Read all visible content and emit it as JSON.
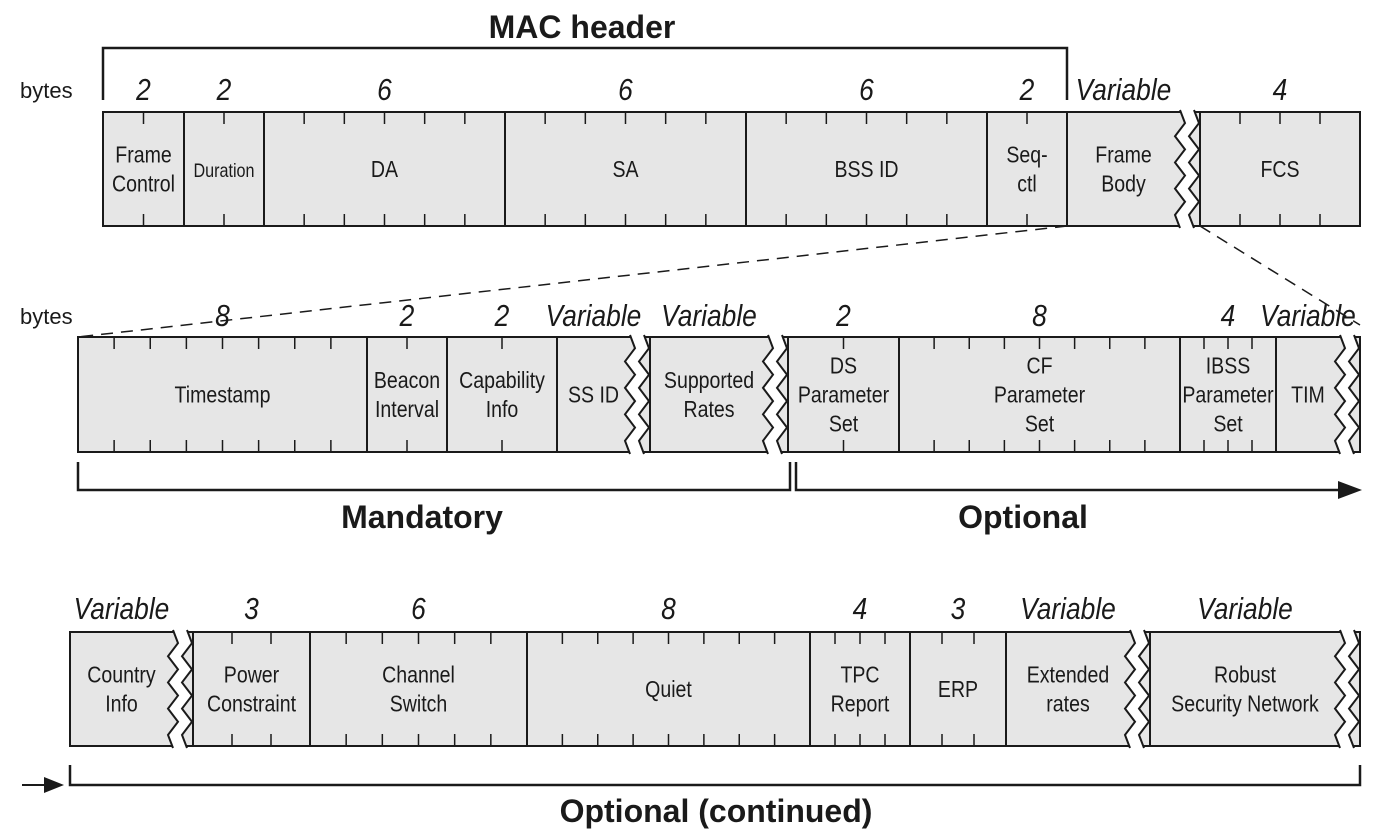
{
  "diagram": {
    "title": "MAC header",
    "bytes_label": "bytes",
    "rows": [
      {
        "fields": [
          {
            "label": [
              "Frame",
              "Control"
            ],
            "bytes": "2"
          },
          {
            "label": [
              "Duration"
            ],
            "bytes": "2",
            "small": true
          },
          {
            "label": [
              "DA"
            ],
            "bytes": "6"
          },
          {
            "label": [
              "SA"
            ],
            "bytes": "6"
          },
          {
            "label": [
              "BSS ID"
            ],
            "bytes": "6"
          },
          {
            "label": [
              "Seq-",
              "ctl"
            ],
            "bytes": "2"
          },
          {
            "label": [
              "Frame",
              "Body"
            ],
            "bytes": "Variable"
          },
          {
            "label": [
              "FCS"
            ],
            "bytes": "4"
          }
        ]
      },
      {
        "fields": [
          {
            "label": [
              "Timestamp"
            ],
            "bytes": "8"
          },
          {
            "label": [
              "Beacon",
              "Interval"
            ],
            "bytes": "2"
          },
          {
            "label": [
              "Capability",
              "Info"
            ],
            "bytes": "2"
          },
          {
            "label": [
              "SS ID"
            ],
            "bytes": "Variable"
          },
          {
            "label": [
              "Supported",
              "Rates"
            ],
            "bytes": "Variable"
          },
          {
            "label": [
              "DS",
              "Parameter",
              "Set"
            ],
            "bytes": "2"
          },
          {
            "label": [
              "CF",
              "Parameter",
              "Set"
            ],
            "bytes": "8"
          },
          {
            "label": [
              "IBSS",
              "Parameter",
              "Set"
            ],
            "bytes": "4"
          },
          {
            "label": [
              "TIM"
            ],
            "bytes": "Variable"
          }
        ],
        "groups": [
          "Mandatory",
          "Optional"
        ]
      },
      {
        "fields": [
          {
            "label": [
              "Country",
              "Info"
            ],
            "bytes": "Variable"
          },
          {
            "label": [
              "Power",
              "Constraint"
            ],
            "bytes": "3"
          },
          {
            "label": [
              "Channel",
              "Switch"
            ],
            "bytes": "6"
          },
          {
            "label": [
              "Quiet"
            ],
            "bytes": "8"
          },
          {
            "label": [
              "TPC",
              "Report"
            ],
            "bytes": "4"
          },
          {
            "label": [
              "ERP"
            ],
            "bytes": "3"
          },
          {
            "label": [
              "Extended",
              "rates"
            ],
            "bytes": "Variable"
          },
          {
            "label": [
              "Robust",
              "Security Network"
            ],
            "bytes": "Variable"
          }
        ],
        "groups": [
          "Optional (continued)"
        ]
      }
    ],
    "colors": {
      "fill": "#e6e6e6",
      "line": "#1a1a1a"
    }
  }
}
